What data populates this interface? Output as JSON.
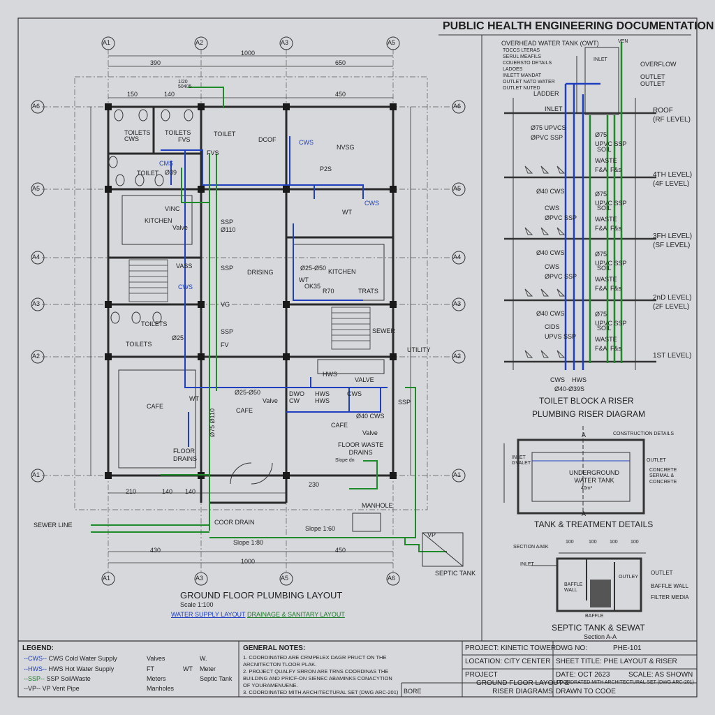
{
  "title": "PUBLIC HEALTH ENGINEERING DOCUMENTATION",
  "plan": {
    "title": "GROUND FLOOR PLUMBING LAYOUT",
    "scale": "Scale 1:100",
    "water_tab": "WATER SUPPLY LAYOUT",
    "drain_tab": "DRAINAGE & SANITARY LAYOUT",
    "grid_cols": [
      "A1",
      "A2",
      "A3",
      "A5",
      "A6"
    ],
    "grid_cols_bottom": [
      "A1",
      "A3",
      "A5",
      "A6"
    ],
    "grid_rows": [
      "A6",
      "A5",
      "A4",
      "A3",
      "A2",
      "A1"
    ],
    "dims_top": [
      "1000",
      "390",
      "650"
    ],
    "dims_top2": [
      "150",
      "140",
      "450"
    ],
    "dims_bottom": [
      "210",
      "140",
      "140",
      "230",
      "430",
      "450",
      "1000"
    ],
    "dim_note": "1/20 50405",
    "rooms": {
      "toilets_cws": "TOILETS\nCWS",
      "toilets2": "TOILETS",
      "fvs": "FVS",
      "toilet_top": "TOILET",
      "dcof": "DCOF",
      "cws_top": "CWS",
      "nvsg": "NVSG",
      "cms": "CMS",
      "toilet_left": "TOILET",
      "o39": "Ø39",
      "p2s": "P2S",
      "wt_top": "WT",
      "cws_right": "CWS",
      "kitchen_left": "KITCHEN",
      "vinc": "VINC",
      "valve_left": "Valve",
      "ssp_left": "SSP",
      "o110": "Ø110",
      "drising": "DRISING",
      "vass": "VASS",
      "cws_mid": "CWS",
      "o25_50": "Ø25-Ø50",
      "kitchen_right": "KITCHEN",
      "wt_mid": "WT",
      "ok35": "OK35",
      "r70": "R70",
      "trats": "TRATS",
      "vg": "VG",
      "ssp_mid": "SSP",
      "fv": "FV",
      "toilets_lower": "TOILETS",
      "o25": "Ø25",
      "toilets_lower2": "TOILETS",
      "sewer": "SEWER",
      "utility": "UTILITY",
      "hws": "HWS",
      "valve_mid": "VALVE",
      "o25_50b": "Ø25-Ø50",
      "dwo_cw": "DWO\nCW",
      "hws2": "HWS\nHWS",
      "cws_low": "CWS",
      "ssp_low": "SSP",
      "cafe_left": "CAFE",
      "wt_low": "WT",
      "o75": "Ø75 Ø110",
      "cafe_mid": "CAFE",
      "valve_low": "Valve",
      "o40_cws": "Ø40 CWS",
      "cafe_right": "CAFE",
      "valve_low2": "Valve",
      "floor_drains": "FLOOR\nDRAINS",
      "floor_waste": "FLOOR WASTE\nDRAINS",
      "slope_dn": "Slope dn",
      "manhole": "MANHOLE",
      "sewer_line": "SEWER LINE",
      "coor_drain": "COOR DRAIN",
      "slope1": "Slope 1:60",
      "slope2": "Slope 1:80",
      "vp": "VP",
      "septic": "SEPTIC TANK"
    }
  },
  "riser": {
    "header": "OVERHEAD WATER TANK (OWT)",
    "notes": [
      "TOCCS LTERAS",
      "SERUL MEAFILS",
      "COUERSTO DETAILS",
      "LADOES",
      "INLETT MANDAT",
      "OUTLET NATO WATER",
      "OUTLET NUTED"
    ],
    "ladder": "LADDER",
    "inlet": "INLET",
    "inlet_top": "INLET",
    "vent": "VEN",
    "overflow": "OVERFLOW",
    "outlet": "OUTLET\nOUTLET",
    "levels": [
      "ROOF\n(RF LEVEL)",
      "4TH LEVEL)\n(4F LEVEL)",
      "3FH LEVEL)\n(SF LEVEL)",
      "2nD LEVEL)\n(2F LEVEL)",
      "1ST LEVEL)"
    ],
    "left_labels": [
      "Ø75 UPVCS\nØPVC SSP",
      "Ø40 CWS",
      "CWS\nØPVC SSP",
      "Ø40 CWS",
      "CWS\nØPVC SSP",
      "Ø40 CWS",
      "CIDS\nUPVS SSP"
    ],
    "right_labels": [
      "Ø75\nUPVC SSP",
      "SOIL",
      "WASTE\nF&A  F&s",
      "Ø75\nUPVC SSP",
      "SOIL",
      "WASTE\nF&A  F&s",
      "Ø75\nUPVC SSP",
      "SOIL",
      "WASTE\nF&A  F&s",
      "Ø75\nUPVC SSP",
      "SOIL",
      "WASTE\nF&A  F&s"
    ],
    "bottom": "CWS    HWS",
    "bottom2": "Ø40-Ø39S",
    "title1": "TOILET BLOCK A RISER",
    "title2": "PLUMBING RISER DIAGRAM"
  },
  "tank": {
    "constr": "CONSTRUCTION DETAILS",
    "a_mark": "A",
    "inlet": "INLET\nGVALET",
    "outlet": "OUTLET",
    "label": "UNDERGROUND\nWATER TANK",
    "size": "40m³",
    "right": "CONCRETE\nSERMAL &\nCONCRETE",
    "title": "TANK & TREATMENT DETAILS"
  },
  "septic": {
    "section": "SECTION AA6K",
    "dims": [
      "100",
      "100",
      "100",
      "100"
    ],
    "inlet": "INLET",
    "outlet": "OUTLET",
    "outley": "OUTLEY",
    "baffle": "BAFFLE\nWALL",
    "baffle_r": "BAFFLE WALL",
    "filter": "FILTER MEDIA",
    "baffle2": "BAFFLE",
    "title": "SEPTIC TANK & SEWAT",
    "sub": "Section A-A"
  },
  "legend": {
    "title": "LEGEND:",
    "items": [
      {
        "sym": "--CWS--",
        "code": "CWS",
        "desc": "Cold Water Supply",
        "color": "#1f3fbf"
      },
      {
        "sym": "--HWS--",
        "code": "HWS",
        "desc": "Hot Water Supply",
        "color": "#1f3fbf"
      },
      {
        "sym": "--SSP--",
        "code": "SSP",
        "desc": "Soil/Waste",
        "color": "#1f7a2a"
      },
      {
        "sym": "--VP--",
        "code": "VP",
        "desc": "Vent Pipe",
        "color": "#222222"
      }
    ],
    "items2": [
      "Valves",
      "FT",
      "Meters",
      "Manholes"
    ],
    "items3": [
      "W.",
      "WT",
      "Meter",
      "Septic Tank"
    ]
  },
  "notes": {
    "title": "GENERAL NOTES:",
    "lines": [
      "1. COORDINATED ARE CRMPELEX DAGR PRUCT ON THE",
      "   ARCNITECTON TLOOR PLAK.",
      "2. PROJECT QUALFY SRRON ARE TRNS COORDINAS THE",
      "   BUILDING AND PRICF-ON SIENEC ABAMINKS CONACYTION",
      "   OF YOURAMENUENE.",
      "3. COORDINATED MITH ARCHITECTURAL SET (DWG ARC-201)"
    ],
    "bore": "BORE"
  },
  "titleblock": {
    "project_l": "PROJECT: KINETIC TOWER",
    "location": "LOCATION: CITY CENTER",
    "project2": "PROJECT",
    "sheet_desc": "GROUND FLOOR LAYOUT &\nRISER DIAGRAMS",
    "dwg_no_label": "DWG NO:",
    "dwg_no": "PHE-101",
    "sheet_title": "SHEET TITLE: PHE LAYOUT & RISER",
    "date": "DATE: OCT 2623",
    "scale": "SCALE: AS SHOWN",
    "coord": "COORDRATED MITH ARCHITECTURAL SET (DWG ARC-201)",
    "drawn": "DRAWN TO COOE"
  },
  "colors": {
    "water": "#1f3fbf",
    "drain": "#1f8a2a",
    "line": "#2a2a2a",
    "paper": "#d6d8db"
  }
}
